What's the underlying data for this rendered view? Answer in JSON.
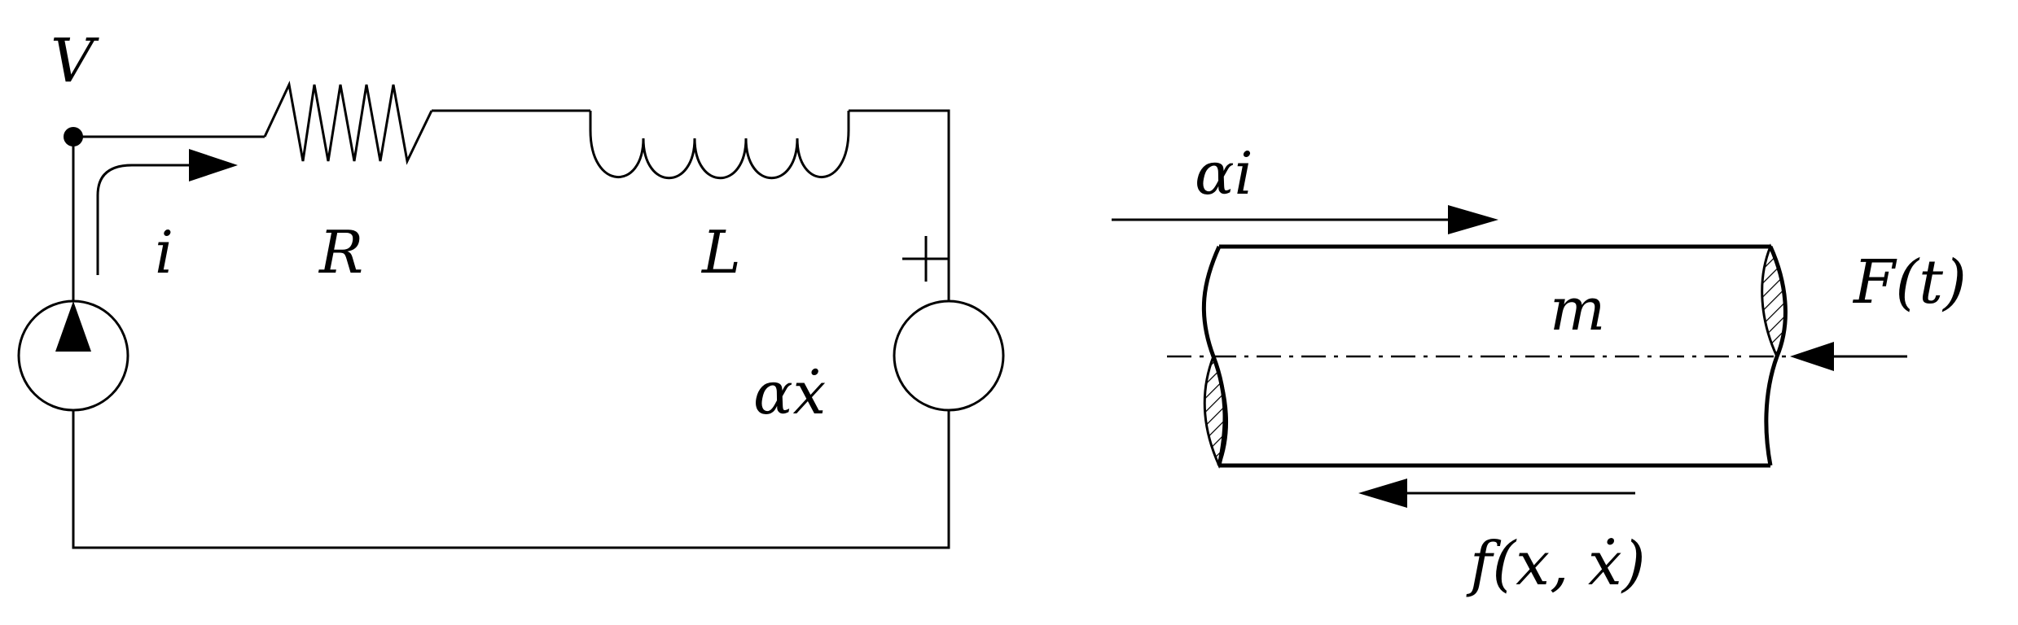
{
  "circuit": {
    "node_label": "V",
    "current_label": "i",
    "resistor_label": "R",
    "inductor_label": "L",
    "source_label": "αẋ",
    "plus_sign": "+"
  },
  "mechanics": {
    "top_force_label": "αi",
    "mass_label": "m",
    "right_force_label": "F(t)",
    "friction_label": "f(x, ẋ)"
  }
}
